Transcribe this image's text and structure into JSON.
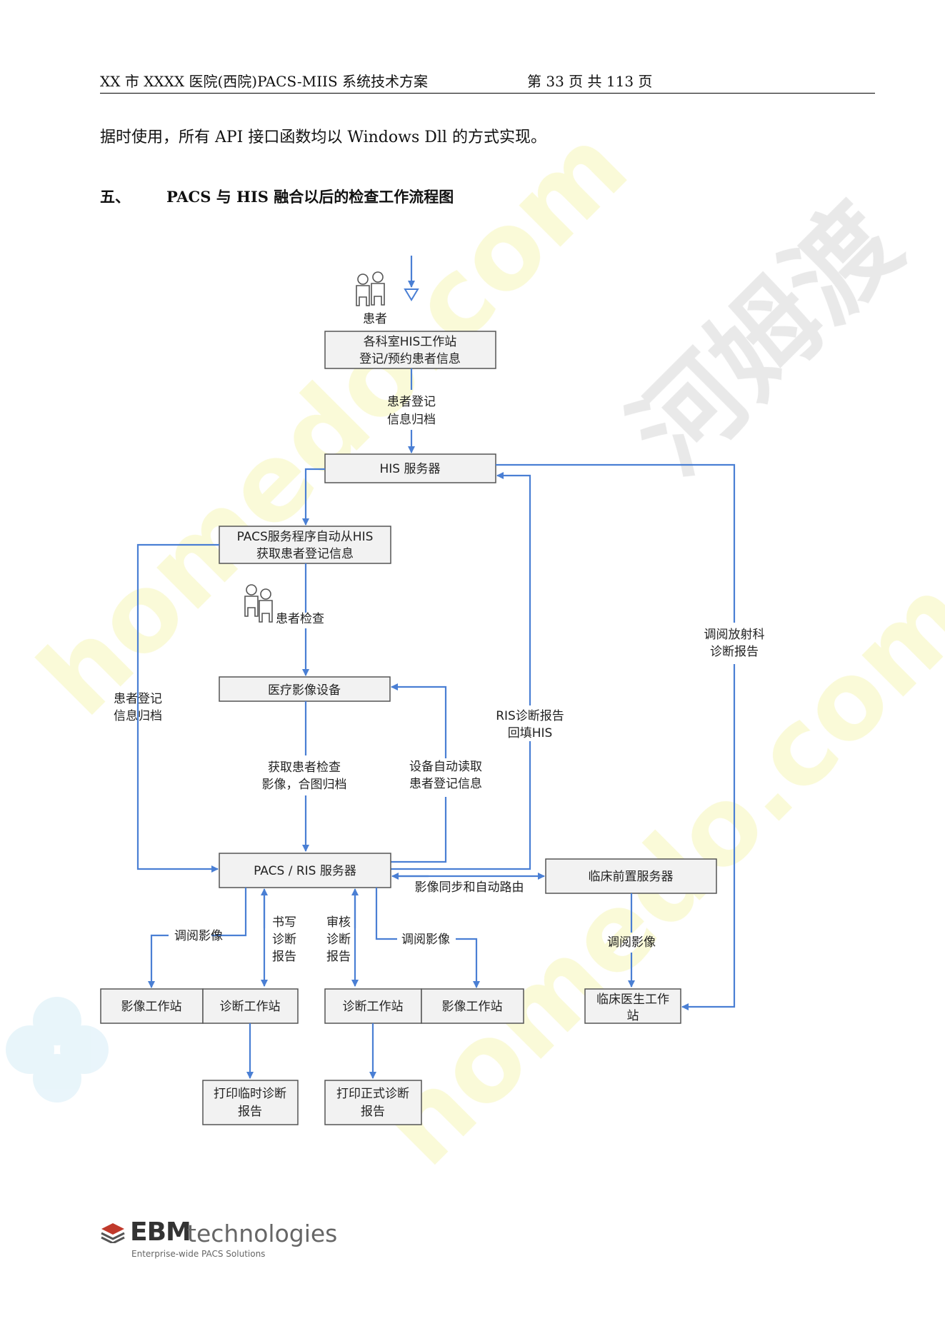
{
  "header": {
    "doc_title": "XX 市 XXXX 医院(西院)PACS-MIIS 系统技术方案",
    "page_number": "第 33 页 共 113 页"
  },
  "body": {
    "paragraph": "据时使用，所有 API 接口函数均以 Windows Dll 的方式实现。",
    "section_number": "五、",
    "section_title": "PACS 与 HIS 融合以后的检查工作流程图"
  },
  "watermark": {
    "text_1": "homedo.com",
    "text_2": "河姆渡",
    "color": "#fbfbd2"
  },
  "flowchart": {
    "actor_patient": "患者",
    "actor_patient_exam": "患者检查",
    "box_his_ws_l1": "各科室HIS工作站",
    "box_his_ws_l2": "登记/预约患者信息",
    "label_archive_l1": "患者登记",
    "label_archive_l2": "信息归档",
    "box_his_server": "HIS 服务器",
    "box_pacs_svc_l1": "PACS服务程序自动从HIS",
    "box_pacs_svc_l2": "获取患者登记信息",
    "box_modality": "医疗影像设备",
    "label_left_archive_l1": "患者登记",
    "label_left_archive_l2": "信息归档",
    "label_get_images_l1": "获取患者检查",
    "label_get_images_l2": "影像，合图归档",
    "label_device_read_l1": "设备自动读取",
    "label_device_read_l2": "患者登记信息",
    "label_ris_report_l1": "RIS诊断报告",
    "label_ris_report_l2": "回填HIS",
    "label_view_radiology_l1": "调阅放射科",
    "label_view_radiology_l2": "诊断报告",
    "box_pacs_ris": "PACS / RIS 服务器",
    "box_clinical_front": "临床前置服务器",
    "label_sync_route": "影像同步和自动路由",
    "label_view_images_a": "调阅影像",
    "label_write_l1": "书写",
    "label_write_l2": "诊断",
    "label_write_l3": "报告",
    "label_review_l1": "审核",
    "label_review_l2": "诊断",
    "label_review_l3": "报告",
    "label_view_images_b": "调阅影像",
    "label_view_images_c": "调阅影像",
    "box_image_ws_1": "影像工作站",
    "box_diag_ws_1": "诊断工作站",
    "box_diag_ws_2": "诊断工作站",
    "box_image_ws_2": "影像工作站",
    "box_clinician_ws_l1": "临床医生工作",
    "box_clinician_ws_l2": "站",
    "box_print_temp_l1": "打印临时诊断",
    "box_print_temp_l2": "报告",
    "box_print_final_l1": "打印正式诊断",
    "box_print_final_l2": "报告"
  },
  "logo": {
    "brand_bold": "EBM",
    "brand_light": "technologies",
    "tagline": "Enterprise-wide PACS Solutions"
  }
}
